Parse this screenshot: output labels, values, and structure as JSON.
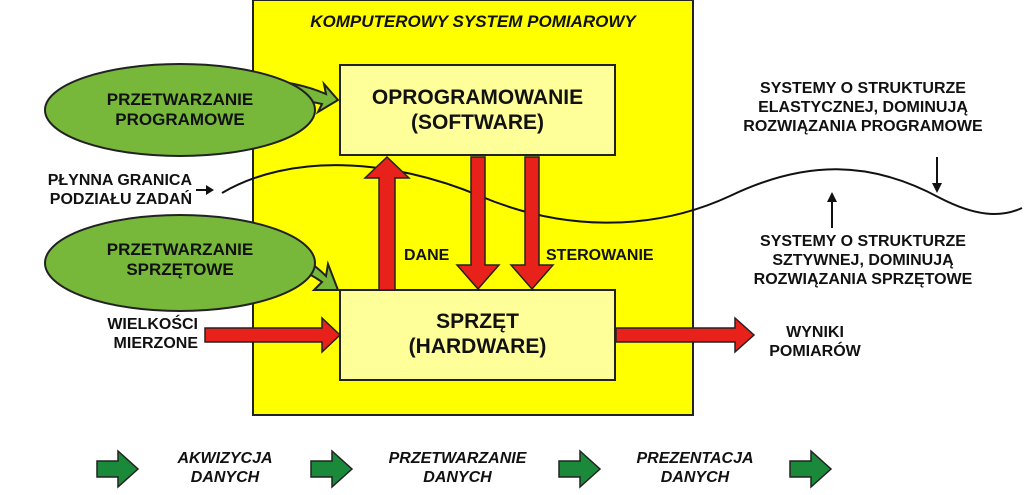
{
  "system_title": "KOMPUTEROWY SYSTEM POMIAROWY",
  "software_box": {
    "line1": "OPROGRAMOWANIE",
    "line2": "(SOFTWARE)"
  },
  "hardware_box": {
    "line1": "SPRZĘT",
    "line2": "(HARDWARE)"
  },
  "program_ellipse": {
    "line1": "PRZETWARZANIE",
    "line2": "PROGRAMOWE"
  },
  "hardware_ellipse": {
    "line1": "PRZETWARZANIE",
    "line2": "SPRZĘTOWE"
  },
  "labels": {
    "dane": "DANE",
    "sterowanie": "STEROWANIE",
    "boundary_line1": "PŁYNNA GRANICA",
    "boundary_line2": "PODZIAŁU ZADAŃ",
    "inputs_line1": "WIELKOŚCI",
    "inputs_line2": "MIERZONE",
    "results_line1": "WYNIKI",
    "results_line2": "POMIARÓW",
    "flexible": "SYSTEMY O STRUKTURZE\nELASTYCZNEJ, DOMINUJĄ\nROZWIĄZANIA PROGRAMOWE",
    "rigid": "SYSTEMY O STRUKTURZE\nSZTYWNEJ, DOMINUJĄ\nROZWIĄZANIA SPRZĘTOWE"
  },
  "pipeline": [
    {
      "line1": "AKWIZYCJA",
      "line2": "DANYCH"
    },
    {
      "line1": "PRZETWARZANIE",
      "line2": "DANYCH"
    },
    {
      "line1": "PREZENTACJA",
      "line2": "DANYCH"
    }
  ],
  "colors": {
    "system_fill": "#ffff00",
    "box_fill": "#ffff99",
    "ellipse_fill": "#77b83a",
    "red_arrow": "#e8221a",
    "green_arrow": "#1a8a3a"
  }
}
